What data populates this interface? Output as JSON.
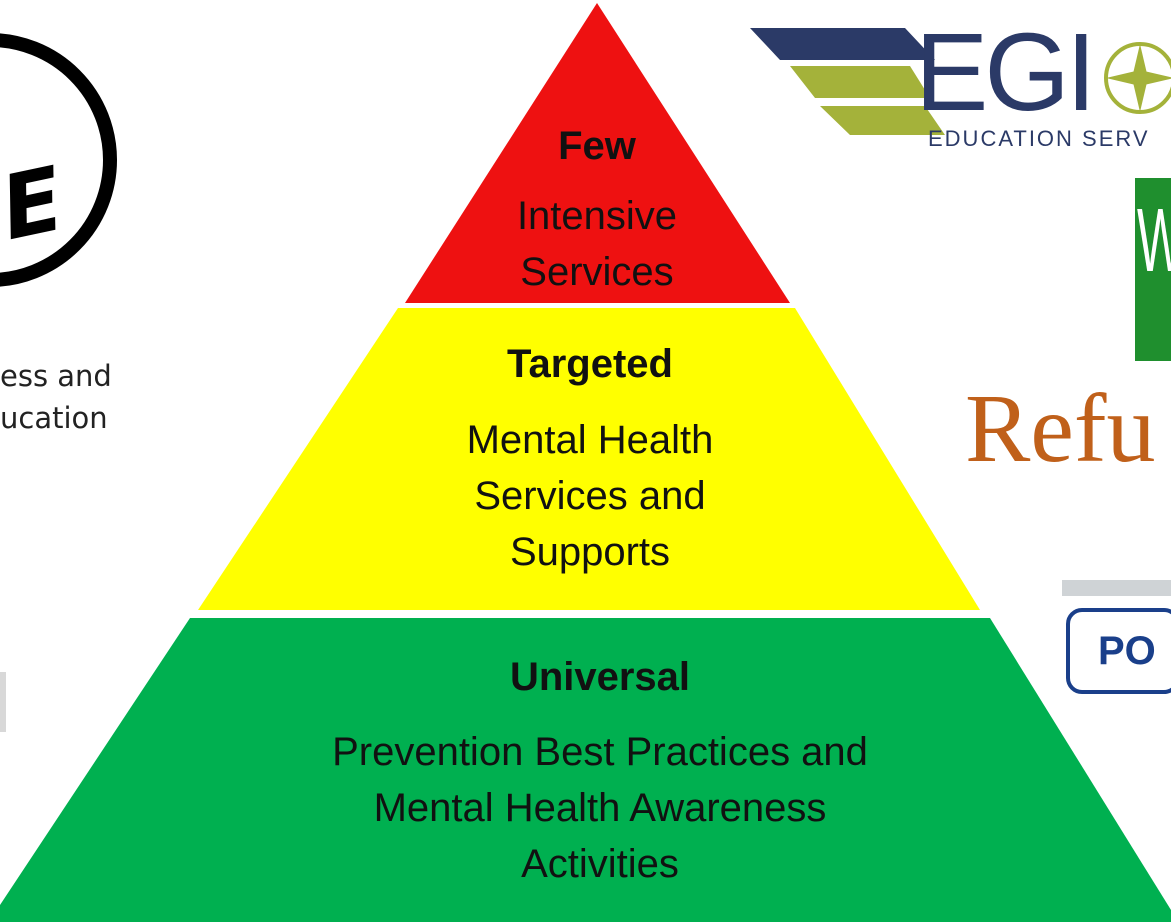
{
  "pyramid": {
    "top": {
      "heading": "Few",
      "body_line1": "Intensive",
      "body_line2": "Services",
      "color": "#ee1111"
    },
    "middle": {
      "heading": "Targeted",
      "body_line1": "Mental Health",
      "body_line2": "Services and",
      "body_line3": "Supports",
      "color": "#ffff00"
    },
    "bottom": {
      "heading": "Universal",
      "body_line1": "Prevention Best Practices and",
      "body_line2": "Mental Health Awareness",
      "body_line3": "Activities",
      "color": "#00b050"
    }
  },
  "left_logo": {
    "partial_text_line1": "ess and",
    "partial_text_line2": "ucation",
    "emblem_letter": "E"
  },
  "right_logos": {
    "region_logo": {
      "text": "EGI",
      "subtext": "EDUCATION SERV",
      "color": "#2b3a67",
      "accent": "#a4b23a"
    },
    "green_logo": {
      "text": "W",
      "color": "#1f8f2e"
    },
    "refuge_logo": {
      "text": "Refu",
      "color": "#c0601a"
    },
    "po_logo": {
      "text": "PO",
      "color": "#1a3f8a"
    }
  }
}
